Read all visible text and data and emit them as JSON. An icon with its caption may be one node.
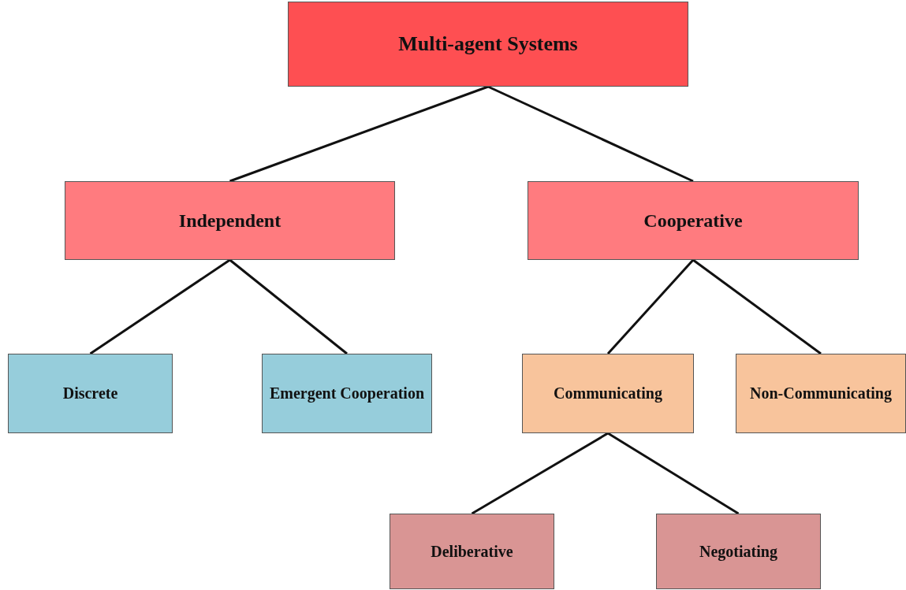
{
  "diagram": {
    "nodes": [
      {
        "text": [
          "Multi-agent Systems"
        ]
      },
      {
        "text": [
          "Independent"
        ]
      },
      {
        "text": [
          "Cooperative"
        ]
      },
      {
        "text": [
          "Discrete"
        ]
      },
      {
        "text": [
          "Emergent Cooperation"
        ]
      },
      {
        "text": [
          "Communicating"
        ]
      },
      {
        "text": [
          "Non-Communicating"
        ]
      },
      {
        "text": [
          "Deliberative"
        ]
      },
      {
        "text": [
          "Negotiating"
        ]
      }
    ],
    "edges": [
      {
        "from": 0,
        "to": 1,
        "arrow": "none"
      },
      {
        "from": 0,
        "to": 2,
        "arrow": "none"
      },
      {
        "from": 1,
        "to": 3,
        "arrow": "none"
      },
      {
        "from": 1,
        "to": 4,
        "arrow": "none"
      },
      {
        "from": 2,
        "to": 5,
        "arrow": "none"
      },
      {
        "from": 2,
        "to": 6,
        "arrow": "none"
      },
      {
        "from": 5,
        "to": 7,
        "arrow": "none"
      },
      {
        "from": 5,
        "to": 8,
        "arrow": "none"
      }
    ]
  }
}
